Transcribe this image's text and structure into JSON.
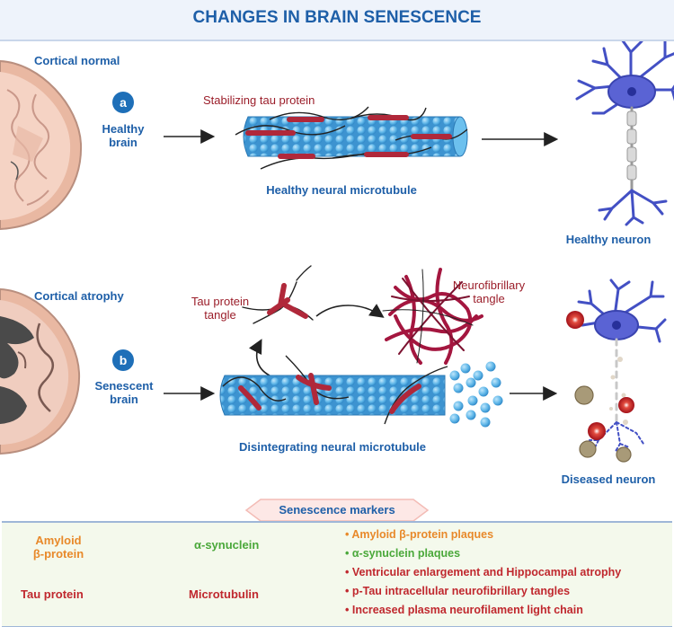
{
  "title": "CHANGES IN BRAIN SENESCENCE",
  "panel_a": {
    "badge": "a",
    "cortex_label": "Cortical normal",
    "brain_label_1": "Healthy",
    "brain_label_2": "brain",
    "tau_label": "Stabilizing tau protein",
    "microtubule_label": "Healthy neural microtubule",
    "neuron_label": "Healthy neuron"
  },
  "panel_b": {
    "badge": "b",
    "cortex_label": "Cortical atrophy",
    "brain_label_1": "Senescent",
    "brain_label_2": "brain",
    "tangle_label_1": "Tau protein",
    "tangle_label_2": "tangle",
    "nft_label_1": "Neurofibrillary",
    "nft_label_2": "tangle",
    "microtubule_label": "Disintegrating neural microtubule",
    "neuron_label": "Diseased neuron"
  },
  "markers": {
    "title": "Senescence markers",
    "legend": {
      "amyloid_1": "Amyloid",
      "amyloid_2": "β-protein",
      "synuclein": "α-synuclein",
      "tau": "Tau protein",
      "microtubulin": "Microtubulin"
    },
    "bullets": [
      {
        "text": "• Amyloid β-protein plaques",
        "color": "#e8892a"
      },
      {
        "text": "• α-synuclein plaques",
        "color": "#4aa83a"
      },
      {
        "text": "• Ventricular enlargement and Hippocampal atrophy",
        "color": "#c0282e"
      },
      {
        "text": "• p-Tau intracellular neurofibrillary tangles",
        "color": "#c0282e"
      },
      {
        "text": "• Increased plasma neurofilament light chain",
        "color": "#c0282e"
      }
    ]
  },
  "colors": {
    "blue": "#1e5fa8",
    "amyloid": "#e8892a",
    "synuclein": "#4aa83a",
    "tau": "#c0282e"
  }
}
